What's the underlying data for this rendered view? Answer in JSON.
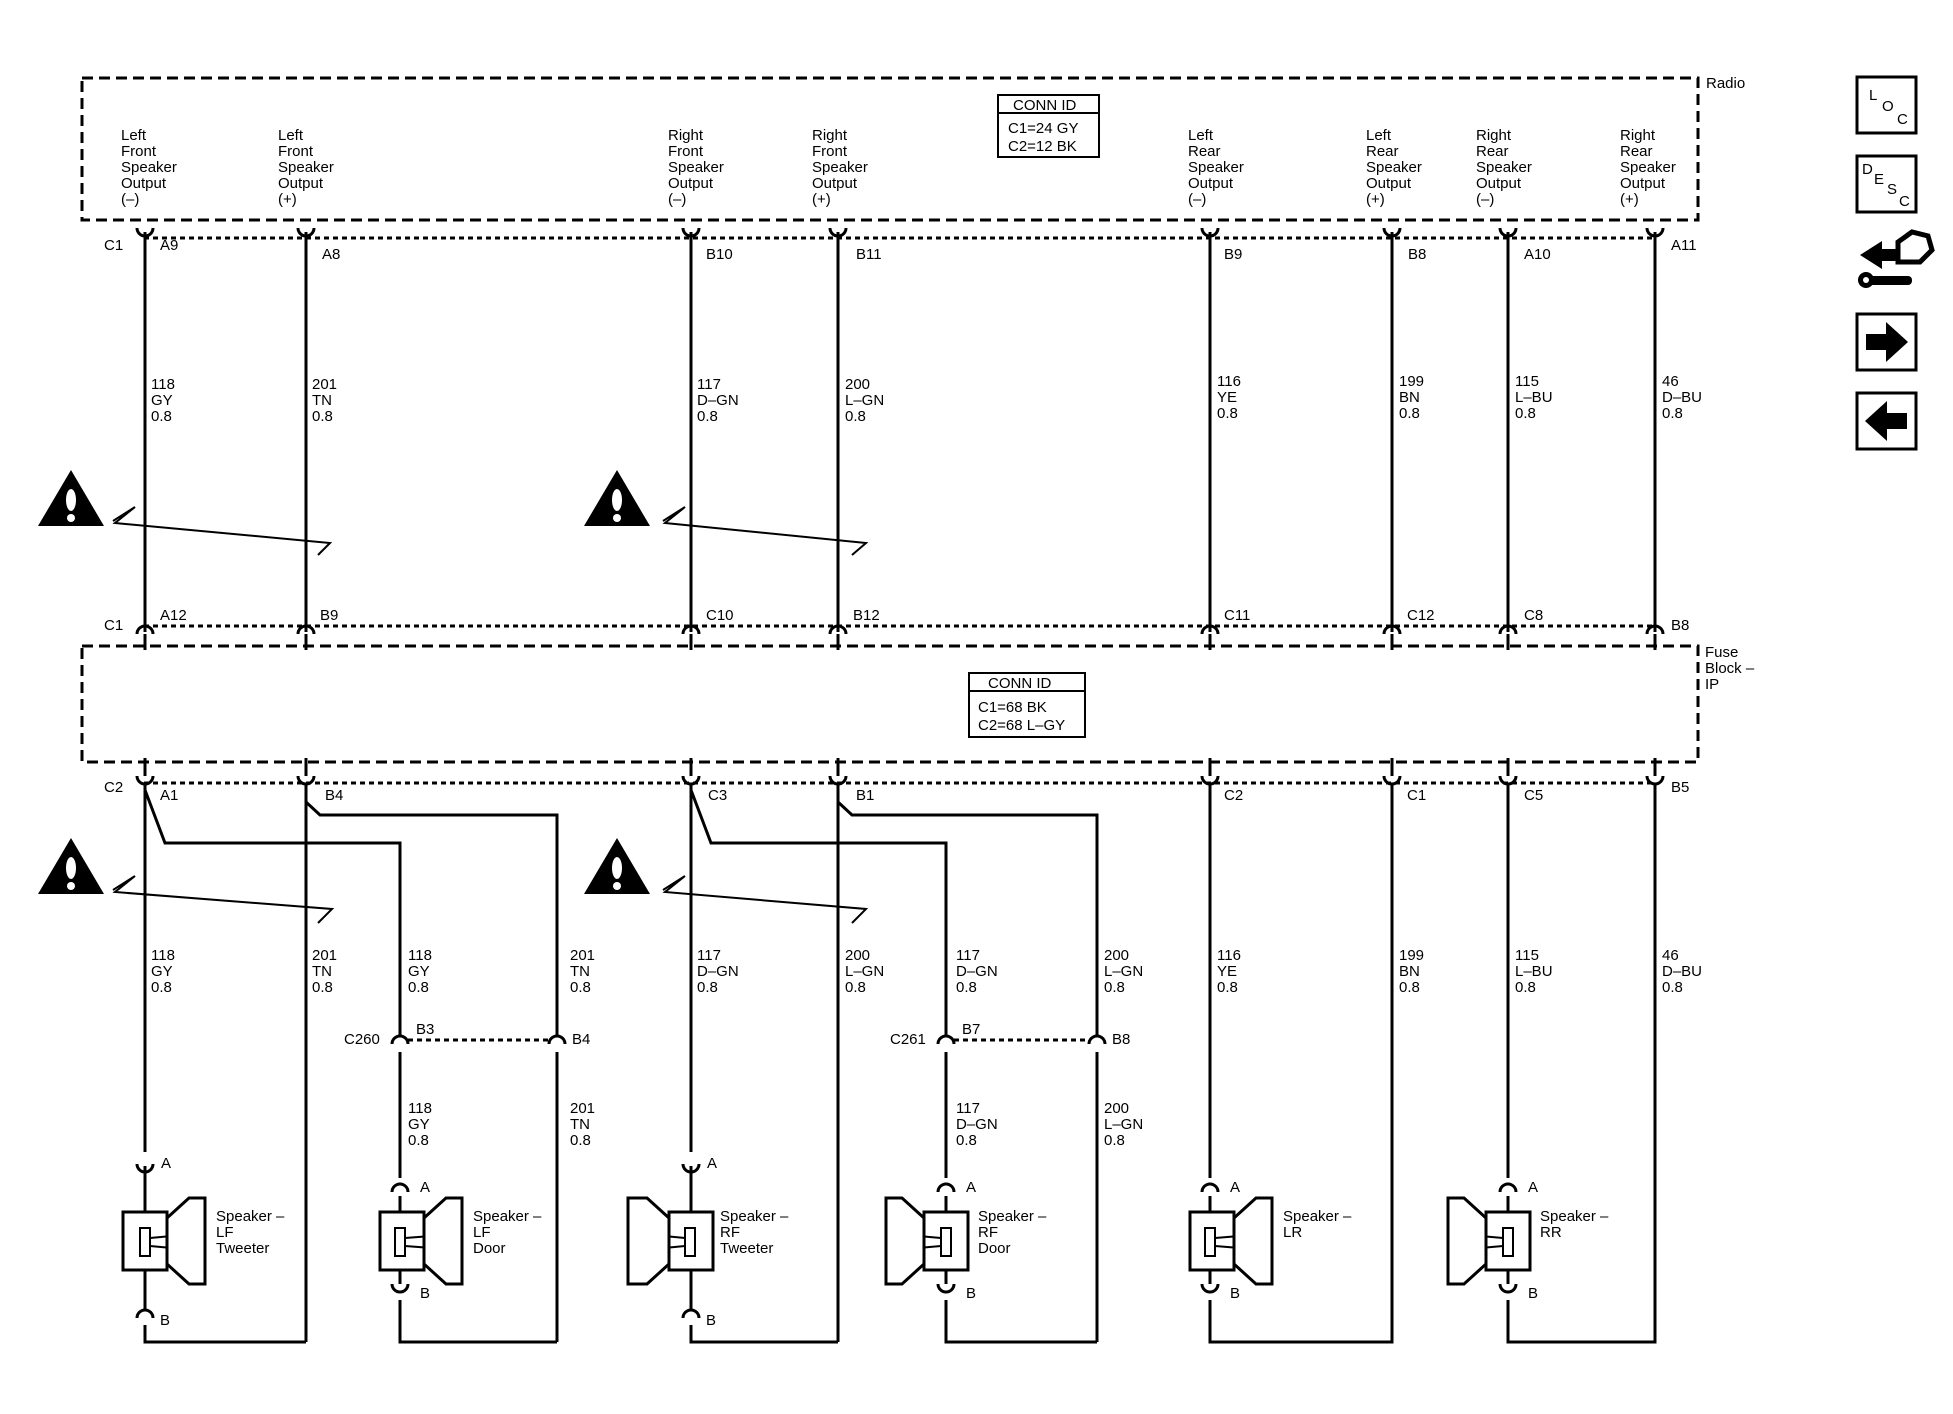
{
  "modules": {
    "radio": {
      "label": "Radio"
    },
    "fuse_block": {
      "label_lines": [
        "Fuse",
        "Block –",
        "IP"
      ]
    }
  },
  "conn_id": {
    "radio": {
      "title": "CONN ID",
      "lines": [
        "C1=24 GY",
        "C2=12 BK"
      ]
    },
    "fuse": {
      "title": "CONN ID",
      "lines": [
        "C1=68 BK",
        "C2=68 L–GY"
      ]
    }
  },
  "outputs": [
    {
      "lines": [
        "Left",
        "Front",
        "Speaker",
        "Output",
        "(–)"
      ]
    },
    {
      "lines": [
        "Left",
        "Front",
        "Speaker",
        "Output",
        "(+)"
      ]
    },
    {
      "lines": [
        "Right",
        "Front",
        "Speaker",
        "Output",
        "(–)"
      ]
    },
    {
      "lines": [
        "Right",
        "Front",
        "Speaker",
        "Output",
        "(+)"
      ]
    },
    {
      "lines": [
        "Left",
        "Rear",
        "Speaker",
        "Output",
        "(–)"
      ]
    },
    {
      "lines": [
        "Left",
        "Rear",
        "Speaker",
        "Output",
        "(+)"
      ]
    },
    {
      "lines": [
        "Right",
        "Rear",
        "Speaker",
        "Output",
        "(–)"
      ]
    },
    {
      "lines": [
        "Right",
        "Rear",
        "Speaker",
        "Output",
        "(+)"
      ]
    }
  ],
  "connectors": {
    "radio": {
      "id": "C1",
      "pins": [
        "A9",
        "A8",
        "B10",
        "B11",
        "B9",
        "B8",
        "A10",
        "A11"
      ]
    },
    "fuse_top": {
      "id": "C1",
      "pins": [
        "A12",
        "B9",
        "C10",
        "B12",
        "C11",
        "C12",
        "C8",
        "B8"
      ]
    },
    "fuse_bottom": {
      "id": "C2",
      "pins": [
        "A1",
        "B4",
        "C3",
        "B1",
        "C2",
        "C1",
        "C5",
        "B5"
      ]
    },
    "c260": {
      "id": "C260",
      "pins": [
        "B3",
        "B4"
      ]
    },
    "c261": {
      "id": "C261",
      "pins": [
        "B7",
        "B8"
      ]
    }
  },
  "wires_upper": [
    {
      "circuit": "118",
      "color": "GY",
      "size": "0.8"
    },
    {
      "circuit": "201",
      "color": "TN",
      "size": "0.8"
    },
    {
      "circuit": "117",
      "color": "D–GN",
      "size": "0.8"
    },
    {
      "circuit": "200",
      "color": "L–GN",
      "size": "0.8"
    },
    {
      "circuit": "116",
      "color": "YE",
      "size": "0.8"
    },
    {
      "circuit": "199",
      "color": "BN",
      "size": "0.8"
    },
    {
      "circuit": "115",
      "color": "L–BU",
      "size": "0.8"
    },
    {
      "circuit": "46",
      "color": "D–BU",
      "size": "0.8"
    }
  ],
  "wires_lower": [
    {
      "circuit": "118",
      "color": "GY",
      "size": "0.8"
    },
    {
      "circuit": "201",
      "color": "TN",
      "size": "0.8"
    },
    {
      "circuit": "118",
      "color": "GY",
      "size": "0.8"
    },
    {
      "circuit": "201",
      "color": "TN",
      "size": "0.8"
    },
    {
      "circuit": "117",
      "color": "D–GN",
      "size": "0.8"
    },
    {
      "circuit": "200",
      "color": "L–GN",
      "size": "0.8"
    },
    {
      "circuit": "117",
      "color": "D–GN",
      "size": "0.8"
    },
    {
      "circuit": "200",
      "color": "L–GN",
      "size": "0.8"
    },
    {
      "circuit": "116",
      "color": "YE",
      "size": "0.8"
    },
    {
      "circuit": "199",
      "color": "BN",
      "size": "0.8"
    },
    {
      "circuit": "115",
      "color": "L–BU",
      "size": "0.8"
    },
    {
      "circuit": "46",
      "color": "D–BU",
      "size": "0.8"
    }
  ],
  "wires_door": [
    {
      "circuit": "118",
      "color": "GY",
      "size": "0.8"
    },
    {
      "circuit": "201",
      "color": "TN",
      "size": "0.8"
    },
    {
      "circuit": "117",
      "color": "D–GN",
      "size": "0.8"
    },
    {
      "circuit": "200",
      "color": "L–GN",
      "size": "0.8"
    }
  ],
  "speakers": [
    {
      "lines": [
        "Speaker –",
        "LF",
        "Tweeter"
      ],
      "pin_a": "A",
      "pin_b": "B"
    },
    {
      "lines": [
        "Speaker –",
        "LF",
        "Door"
      ],
      "pin_a": "A",
      "pin_b": "B"
    },
    {
      "lines": [
        "Speaker –",
        "RF",
        "Tweeter"
      ],
      "pin_a": "A",
      "pin_b": "B"
    },
    {
      "lines": [
        "Speaker –",
        "RF",
        "Door"
      ],
      "pin_a": "A",
      "pin_b": "B"
    },
    {
      "lines": [
        "Speaker –",
        "LR"
      ],
      "pin_a": "A",
      "pin_b": "B"
    },
    {
      "lines": [
        "Speaker –",
        "RR"
      ],
      "pin_a": "A",
      "pin_b": "B"
    }
  ],
  "nav_buttons": [
    {
      "name": "loc-button",
      "icon": "loc-icon",
      "letters": [
        "L",
        "O",
        "C"
      ]
    },
    {
      "name": "desc-button",
      "icon": "desc-icon",
      "letters": [
        "D",
        "E",
        "S",
        "C"
      ]
    },
    {
      "name": "connector-end-view-button",
      "icon": "connector-wrench-icon"
    },
    {
      "name": "next-page-button",
      "icon": "arrow-right-icon"
    },
    {
      "name": "previous-page-button",
      "icon": "arrow-left-icon"
    }
  ]
}
